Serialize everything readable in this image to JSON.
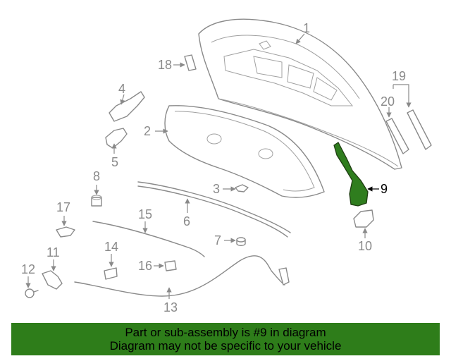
{
  "highlight_color": "#2e7d1a",
  "callouts": [
    "1",
    "2",
    "3",
    "4",
    "5",
    "6",
    "7",
    "8",
    "9",
    "10",
    "11",
    "12",
    "13",
    "14",
    "15",
    "16",
    "17",
    "18",
    "19",
    "20"
  ],
  "banner": {
    "line1": "Part or sub-assembly is #9 in diagram",
    "line2": "Diagram may not be specific to your vehicle"
  }
}
